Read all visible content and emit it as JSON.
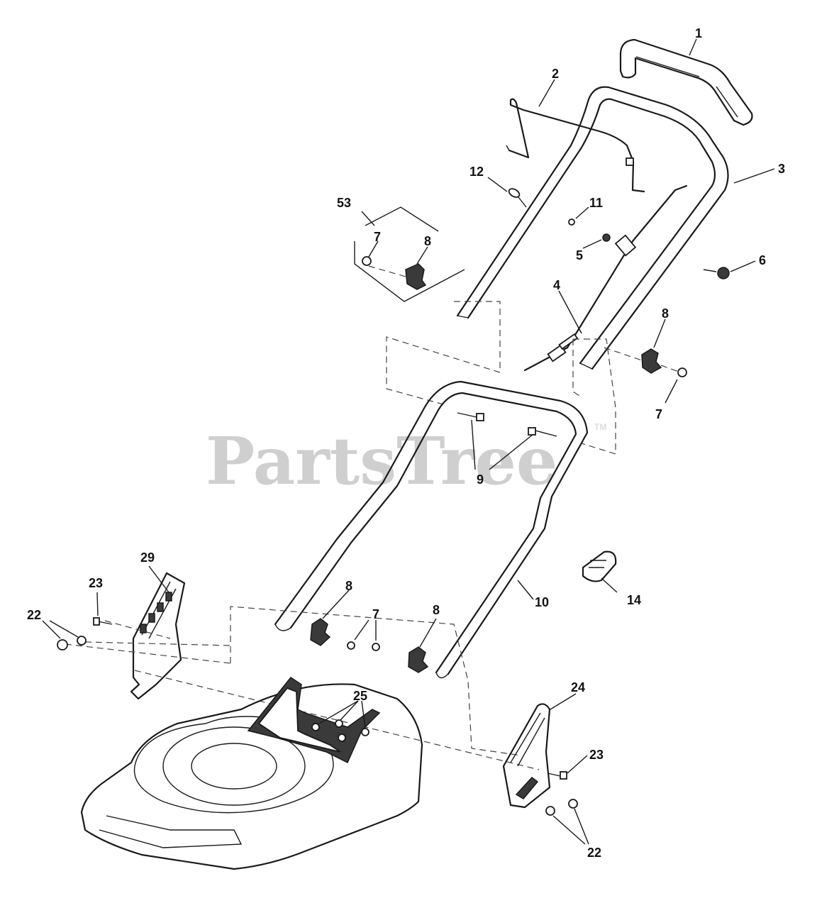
{
  "watermark": {
    "text": "PartsTree",
    "trademark": "TM"
  },
  "callouts": {
    "c1": "1",
    "c2": "2",
    "c3": "3",
    "c4": "4",
    "c5": "5",
    "c6": "6",
    "c7a": "7",
    "c7b": "7",
    "c7c": "7",
    "c8a": "8",
    "c8b": "8",
    "c8c": "8",
    "c8d": "8",
    "c9": "9",
    "c10": "10",
    "c11": "11",
    "c12": "12",
    "c14": "14",
    "c22a": "22",
    "c22b": "22",
    "c23a": "23",
    "c23b": "23",
    "c24": "24",
    "c25": "25",
    "c29": "29",
    "c53": "53"
  }
}
